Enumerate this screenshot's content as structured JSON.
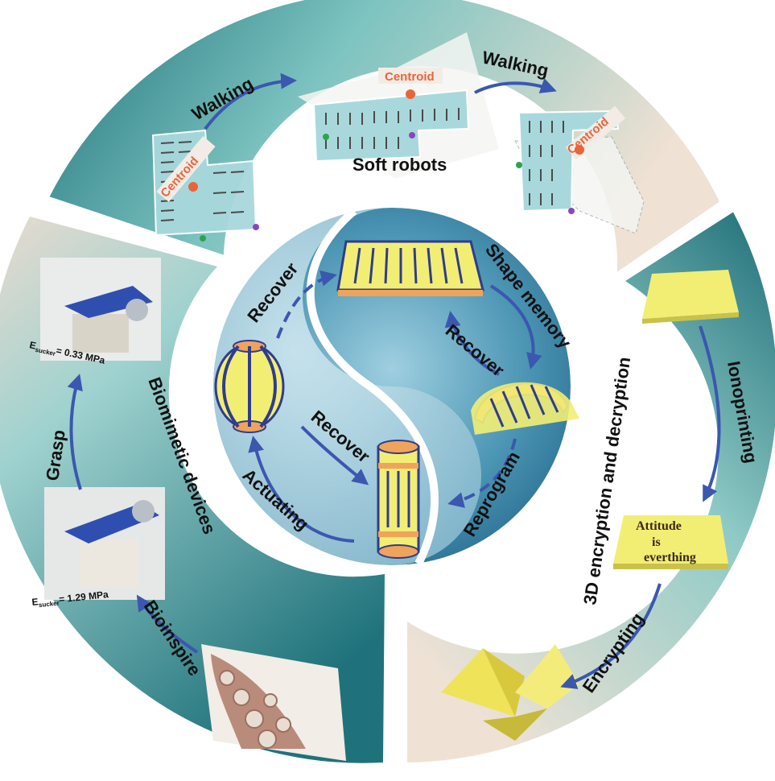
{
  "colors": {
    "arrow": "#3b57b0",
    "label": "#111111",
    "teal_dark": "#1d6f78",
    "teal_mid": "#49a3a7",
    "teal_light": "#b9e0dc",
    "beige": "#eadfd2",
    "centroid": "#e8653a",
    "yellow": "#f1ec74",
    "orange": "#f0a35a",
    "navy": "#2f3c8f"
  },
  "top_panel": {
    "walk_left": "Walking",
    "walk_right": "Walking",
    "title": "Soft robots",
    "centroid_left": "Centroid",
    "centroid_mid": "Centroid",
    "centroid_right": "Centroid"
  },
  "left_panel": {
    "title": "Biomimetic devices",
    "grasp": "Grasp",
    "bioinspire": "Bioinspire",
    "pressure_top": "= 0.33 MPa",
    "pressure_bottom": "= 1.29 MPa",
    "sucker_sub": "sucker"
  },
  "right_panel": {
    "title": "3D encryption and decryption",
    "ionoprinting": "Ionoprinting",
    "encrypting": "Encrypting",
    "sheet_line1": "Attitude",
    "sheet_line2": "is",
    "sheet_line3": "everthing"
  },
  "center": {
    "recover_top": "Recover",
    "shape_memory": "Shape memory",
    "recover_right": "Recover",
    "reprogram": "Reprogram",
    "recover_left": "Recover",
    "actuating": "Actuating"
  }
}
